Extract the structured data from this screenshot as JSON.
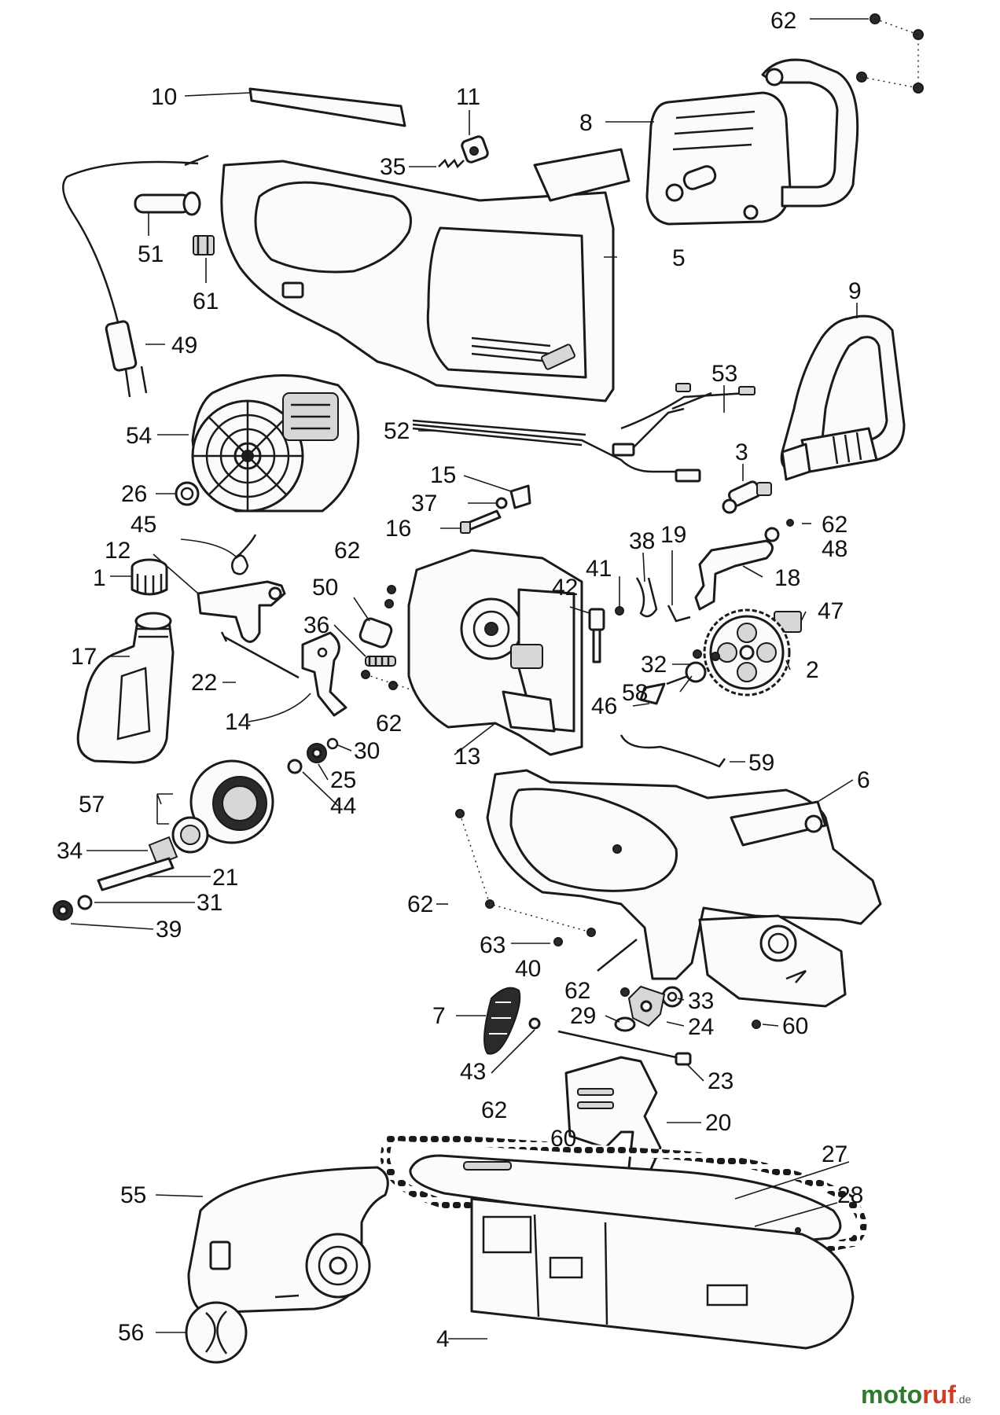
{
  "diagram": {
    "labels": [
      {
        "id": "62",
        "text": "62"
      },
      {
        "id": "10",
        "text": "10"
      },
      {
        "id": "11",
        "text": "11"
      },
      {
        "id": "8",
        "text": "8"
      },
      {
        "id": "35",
        "text": "35"
      },
      {
        "id": "51",
        "text": "51"
      },
      {
        "id": "5",
        "text": "5"
      },
      {
        "id": "61",
        "text": "61"
      },
      {
        "id": "9",
        "text": "9"
      },
      {
        "id": "49",
        "text": "49"
      },
      {
        "id": "53",
        "text": "53"
      },
      {
        "id": "54",
        "text": "54"
      },
      {
        "id": "52",
        "text": "52"
      },
      {
        "id": "3",
        "text": "3"
      },
      {
        "id": "26",
        "text": "26"
      },
      {
        "id": "15",
        "text": "15"
      },
      {
        "id": "37",
        "text": "37"
      },
      {
        "id": "16",
        "text": "16"
      },
      {
        "id": "45",
        "text": "45"
      },
      {
        "id": "38",
        "text": "38"
      },
      {
        "id": "19",
        "text": "19"
      },
      {
        "id": "48",
        "text": "48"
      },
      {
        "id": "12",
        "text": "12"
      },
      {
        "id": "41",
        "text": "41"
      },
      {
        "id": "18",
        "text": "18"
      },
      {
        "id": "1",
        "text": "1"
      },
      {
        "id": "50",
        "text": "50"
      },
      {
        "id": "42",
        "text": "42"
      },
      {
        "id": "47",
        "text": "47"
      },
      {
        "id": "36",
        "text": "36"
      },
      {
        "id": "17",
        "text": "17"
      },
      {
        "id": "32",
        "text": "32"
      },
      {
        "id": "2",
        "text": "2"
      },
      {
        "id": "22",
        "text": "22"
      },
      {
        "id": "58",
        "text": "58"
      },
      {
        "id": "14",
        "text": "14"
      },
      {
        "id": "46",
        "text": "46"
      },
      {
        "id": "30",
        "text": "30"
      },
      {
        "id": "13",
        "text": "13"
      },
      {
        "id": "25",
        "text": "25"
      },
      {
        "id": "59",
        "text": "59"
      },
      {
        "id": "6",
        "text": "6"
      },
      {
        "id": "57",
        "text": "57"
      },
      {
        "id": "44",
        "text": "44"
      },
      {
        "id": "34",
        "text": "34"
      },
      {
        "id": "21",
        "text": "21"
      },
      {
        "id": "31",
        "text": "31"
      },
      {
        "id": "39",
        "text": "39"
      },
      {
        "id": "63",
        "text": "63"
      },
      {
        "id": "40",
        "text": "40"
      },
      {
        "id": "33",
        "text": "33"
      },
      {
        "id": "7",
        "text": "7"
      },
      {
        "id": "29",
        "text": "29"
      },
      {
        "id": "24",
        "text": "24"
      },
      {
        "id": "60",
        "text": "60"
      },
      {
        "id": "43",
        "text": "43"
      },
      {
        "id": "23",
        "text": "23"
      },
      {
        "id": "20",
        "text": "20"
      },
      {
        "id": "27",
        "text": "27"
      },
      {
        "id": "28",
        "text": "28"
      },
      {
        "id": "55",
        "text": "55"
      },
      {
        "id": "56",
        "text": "56"
      },
      {
        "id": "4",
        "text": "4"
      }
    ]
  },
  "watermark": {
    "part_a": "moto",
    "part_b": "ruf",
    "part_c": ".de"
  }
}
